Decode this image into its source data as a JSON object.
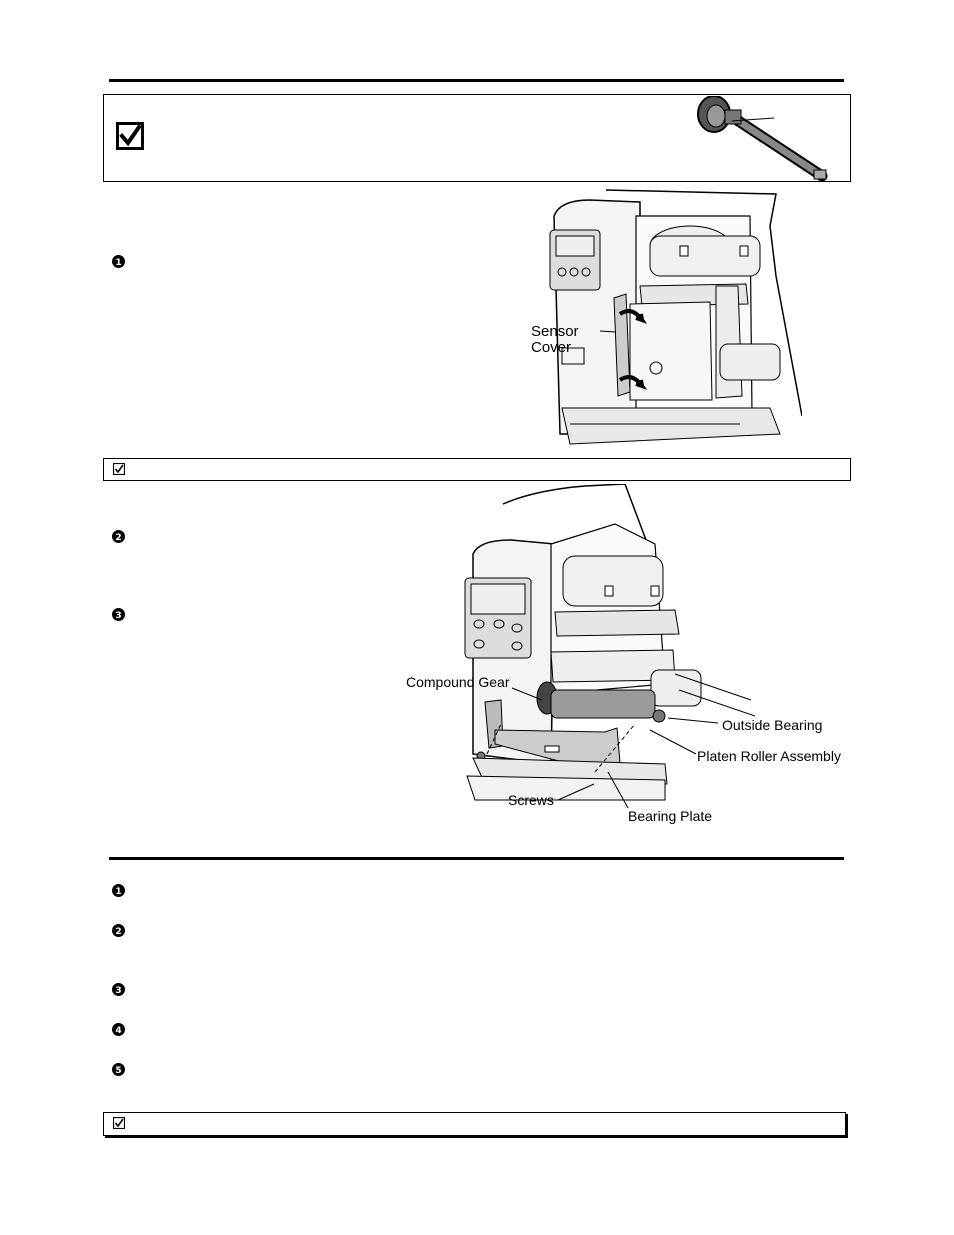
{
  "figure1": {
    "label_sensor_cover_line1": "Sensor",
    "label_sensor_cover_line2": "Cover"
  },
  "figure2": {
    "label_compound_gear": "Compound Gear",
    "label_outside_bearing": "Outside Bearing",
    "label_platen_roller_assembly": "Platen Roller Assembly",
    "label_screws": "Screws",
    "label_bearing_plate": "Bearing Plate"
  },
  "step_markers": {
    "section1": [
      "1"
    ],
    "section2": [
      "2",
      "3"
    ],
    "section3": [
      "1",
      "2",
      "3",
      "4",
      "5"
    ]
  },
  "icons": {
    "note": "checkbox-checked-icon",
    "step": "numbered-circle-icon"
  }
}
